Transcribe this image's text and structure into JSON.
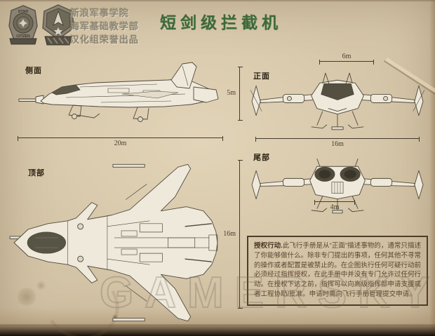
{
  "header": {
    "org_lines": [
      "新浪军事学院",
      "海军基础教学部",
      "汉化组荣誉出品"
    ],
    "badge1_top": "STAR",
    "badge1_bottom": "CITIZEN"
  },
  "title": "短剑级拦截机",
  "views": {
    "side": {
      "label": "侧面",
      "length": "20m",
      "height": "5m"
    },
    "front": {
      "label": "正面",
      "hull_width": "6m",
      "wingspan": "16m"
    },
    "rear": {
      "label": "尾部",
      "base_width": "4m"
    },
    "top": {
      "label": "顶部",
      "length": "16m"
    }
  },
  "authorization_box": {
    "lead": "授权行动.",
    "body": "此飞行手册是从“正面”描述事物的，通常只描述了你能够做什么。除非专门提出的事项，任何其他不寻常的操作或者配置是被禁止的。在企图执行任何可疑行动前必须经过指挥授权，在此手册中并没有专门允许过任何行动。在授权下达之前，指挥可以向高级指挥部申请支援或者工程协助/批准。申请时需向飞行手册管理提交申请。"
  },
  "watermark": "GAMERSKY",
  "colors": {
    "paper": "#d2c3a7",
    "title_green": "#3c6a3a",
    "ink": "#423a2b",
    "box_text": "#5c4431"
  }
}
